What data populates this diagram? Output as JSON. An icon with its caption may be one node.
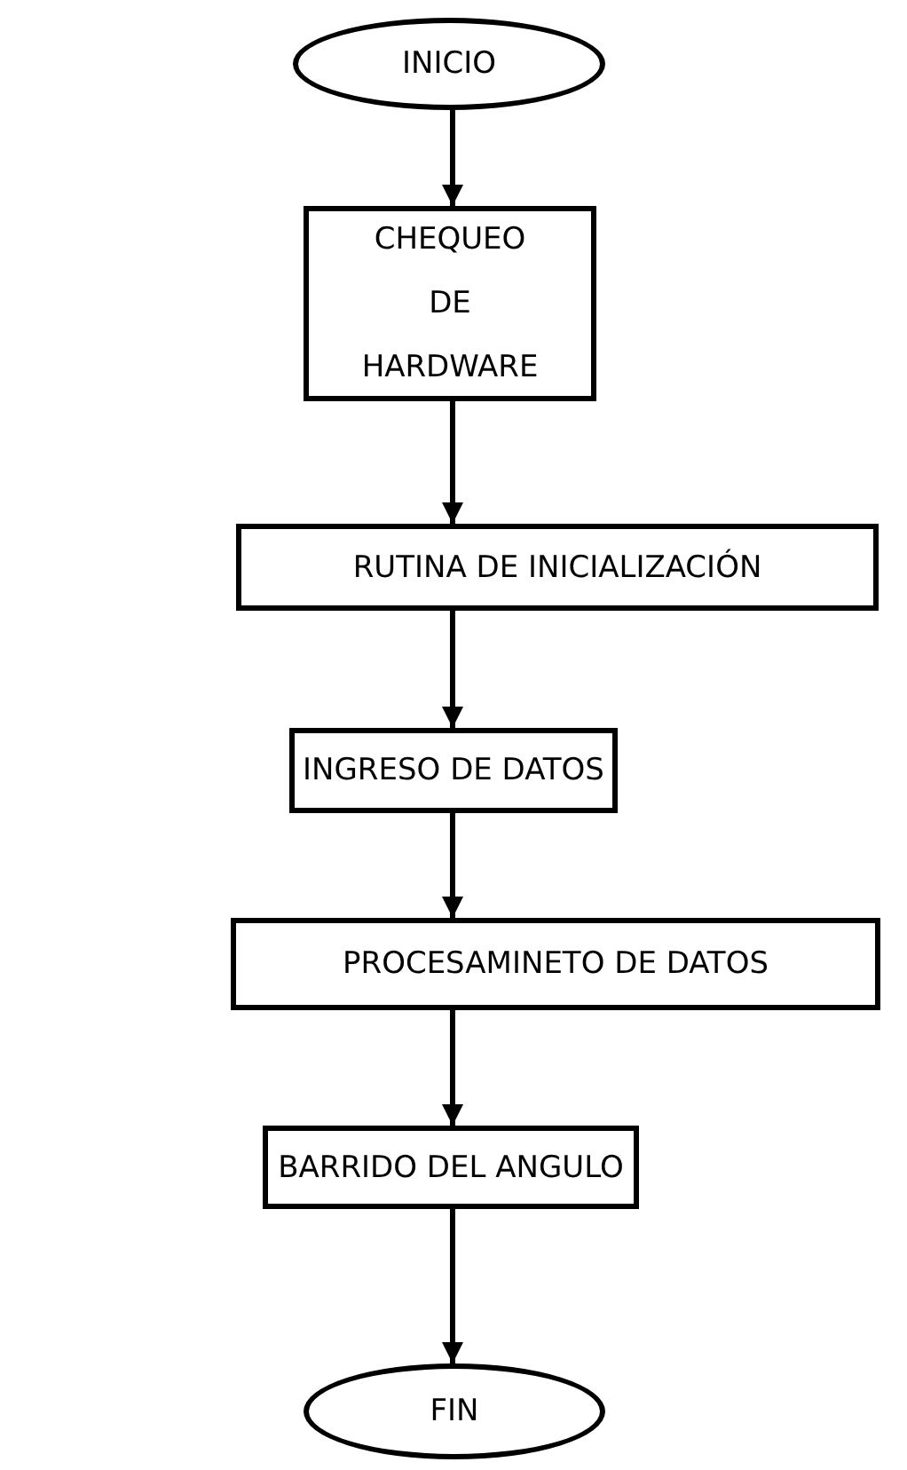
{
  "diagram": {
    "nodes": [
      {
        "text": [
          "INICIO"
        ]
      },
      {
        "text": [
          "CHEQUEO DE HARDWARE"
        ]
      },
      {
        "text": [
          "RUTINA DE INICIALIZACIÓN"
        ]
      },
      {
        "text": [
          "INGRESO DE DATOS"
        ]
      },
      {
        "text": [
          "PROCESAMINETO DE DATOS"
        ]
      },
      {
        "text": [
          "BARRIDO DEL ANGULO"
        ]
      },
      {
        "text": [
          "FIN"
        ]
      }
    ],
    "edges": [
      {
        "from": 0,
        "to": 1,
        "arrow": "to"
      },
      {
        "from": 1,
        "to": 2,
        "arrow": "to"
      },
      {
        "from": 2,
        "to": 3,
        "arrow": "to"
      },
      {
        "from": 3,
        "to": 4,
        "arrow": "to"
      },
      {
        "from": 4,
        "to": 5,
        "arrow": "to"
      },
      {
        "from": 5,
        "to": 6,
        "arrow": "to"
      }
    ]
  }
}
